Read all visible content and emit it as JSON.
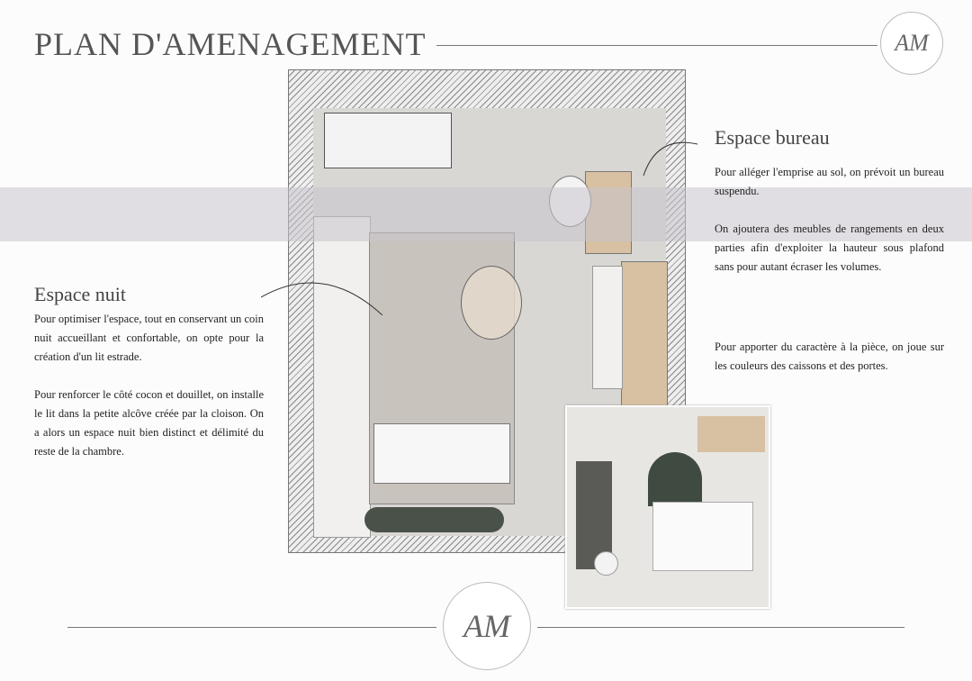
{
  "header": {
    "title": "PLAN D'AMENAGEMENT",
    "logo_text": "AM"
  },
  "bureau": {
    "heading": "Espace bureau",
    "paragraphs": [
      "Pour alléger l'emprise au sol, on prévoit un bureau suspendu.",
      "On ajoutera des meubles de rangements en deux parties afin d'exploiter la hauteur sous plafond sans pour autant écraser les volumes.",
      "Pour apporter du caractère à la pièce, on joue sur les couleurs des caissons et des portes."
    ]
  },
  "nuit": {
    "heading": "Espace nuit",
    "paragraphs": [
      "Pour optimiser l'espace, tout en conservant un coin nuit accueillant et confortable, on opte pour la création d'un lit estrade.",
      "Pour renforcer le côté cocon et douillet, on installe le lit dans la petite alcôve créée par la cloison. On a alors un espace nuit bien distinct et délimité du reste de la chambre."
    ]
  },
  "footer": {
    "logo_text": "AM"
  }
}
